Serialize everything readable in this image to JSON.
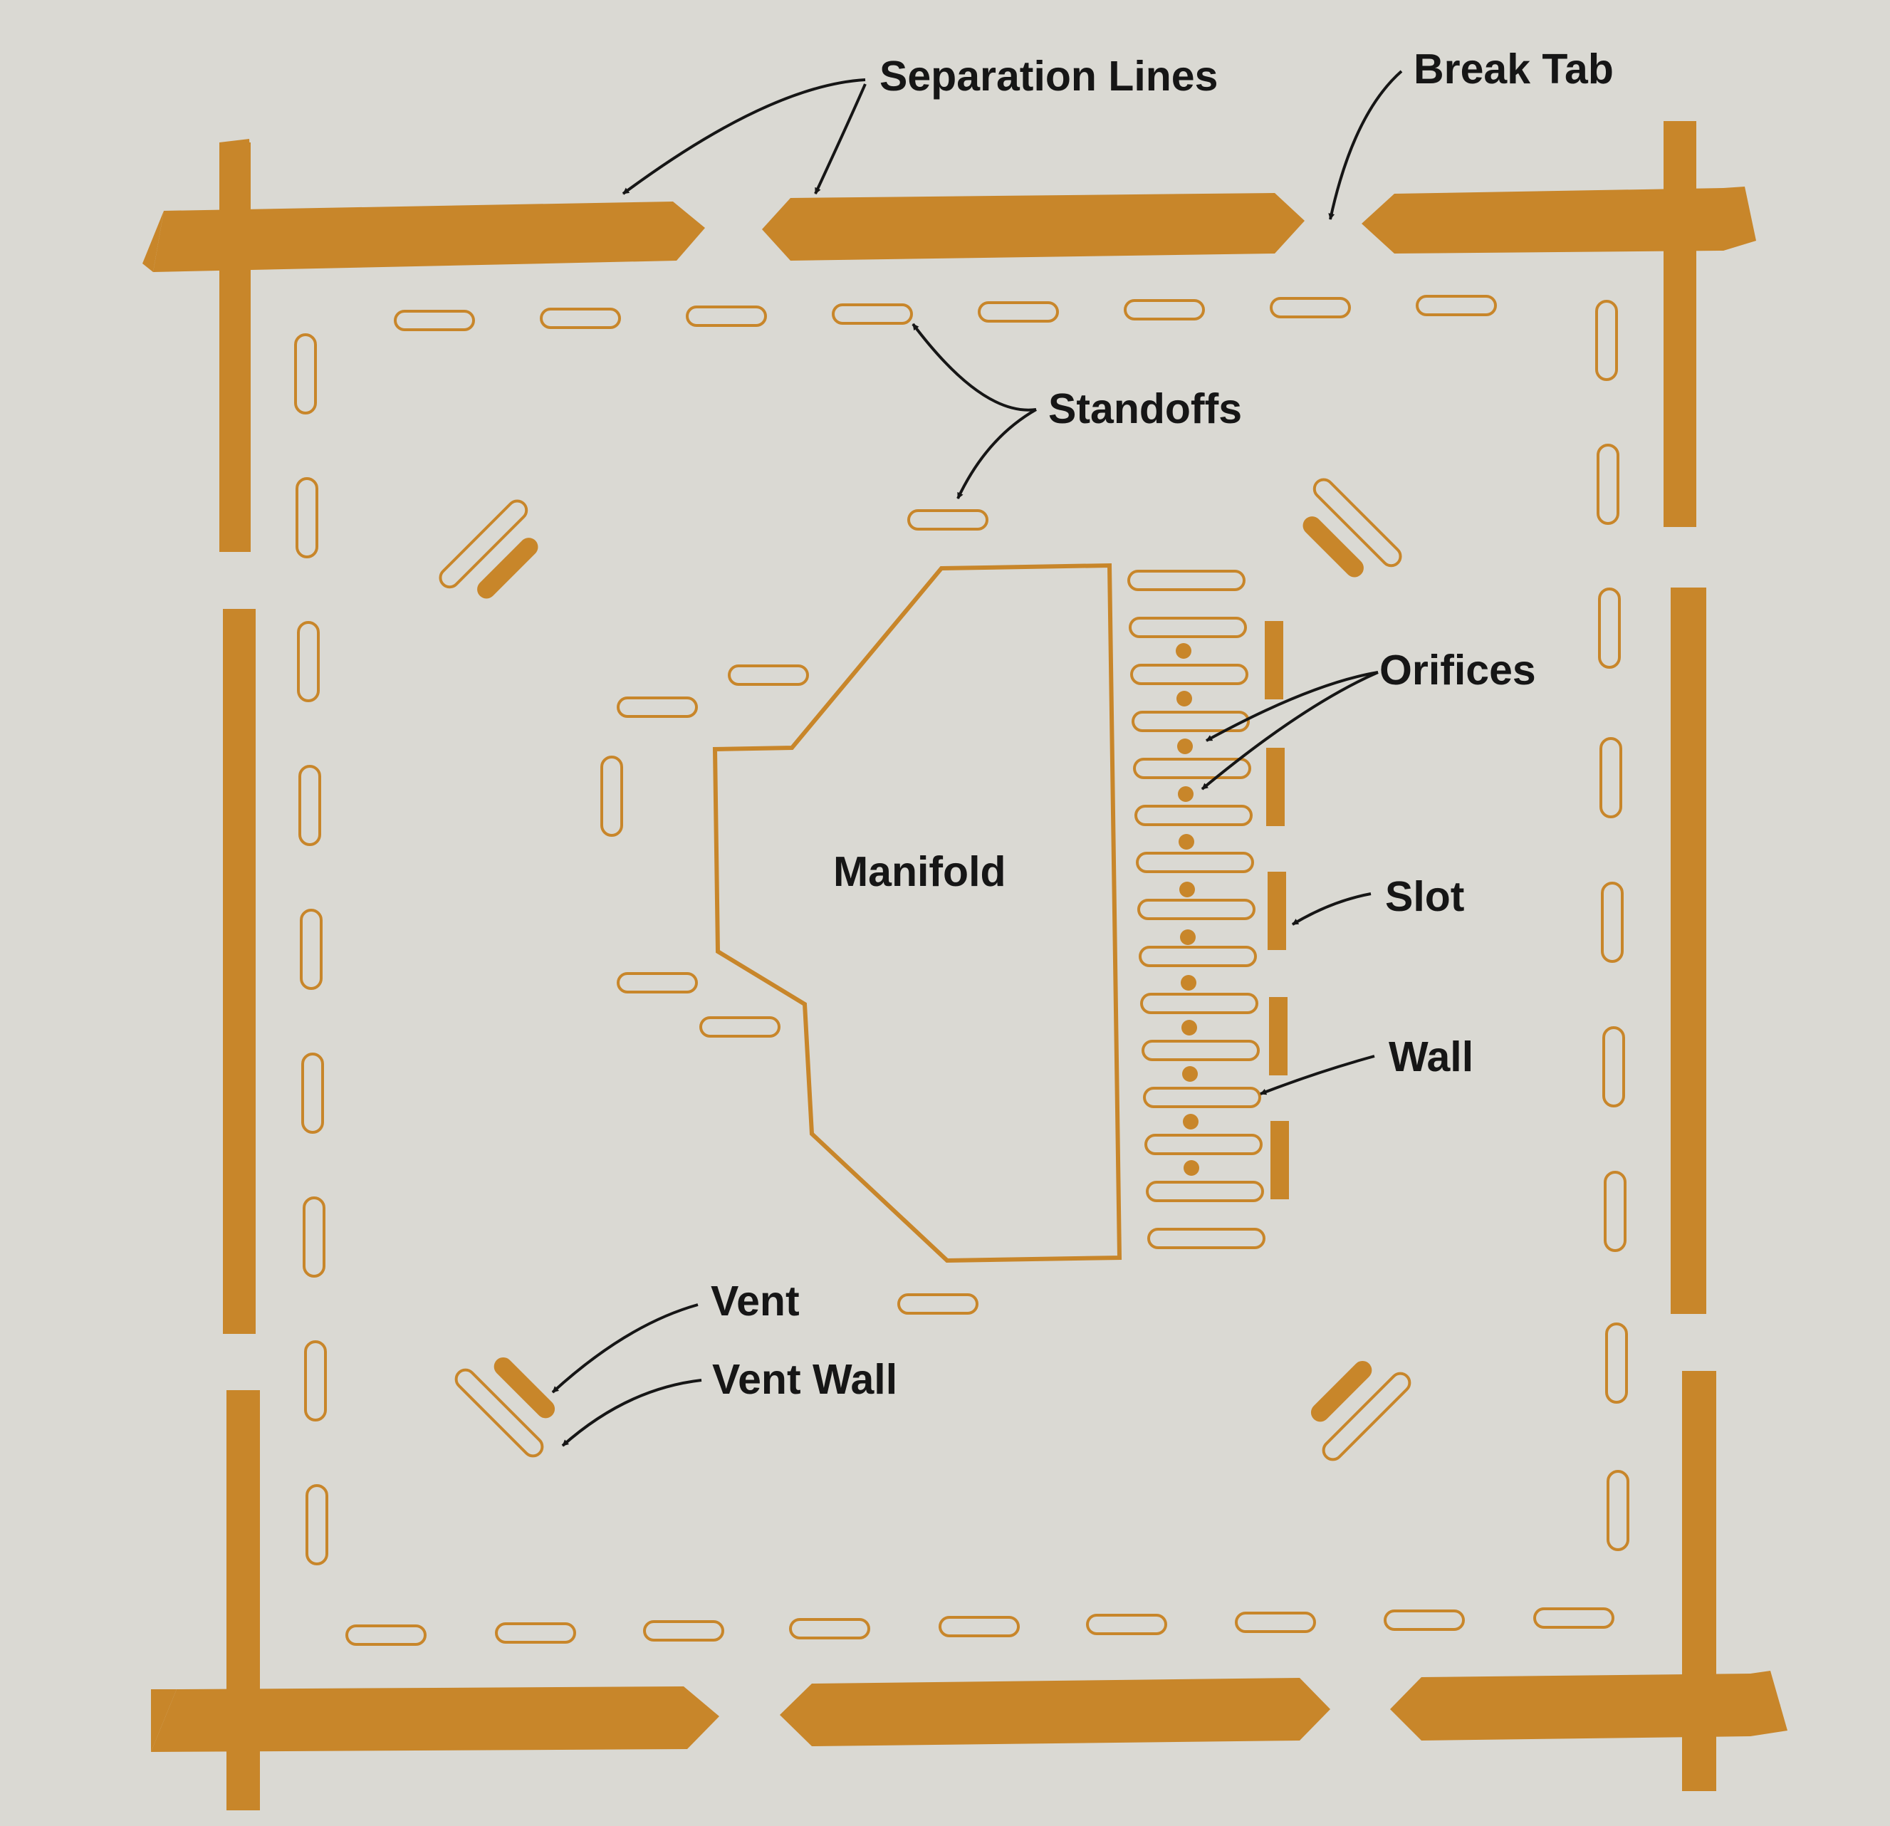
{
  "colors": {
    "background": "#dad9d3",
    "print": "#c8862a",
    "label_text": "#161616",
    "leader": "#161616"
  },
  "labels": {
    "separation_lines": "Separation Lines",
    "break_tab": "Break Tab",
    "standoffs": "Standoffs",
    "orifices": "Orifices",
    "manifold": "Manifold",
    "slot": "Slot",
    "wall": "Wall",
    "vent": "Vent",
    "vent_wall": "Vent Wall"
  }
}
